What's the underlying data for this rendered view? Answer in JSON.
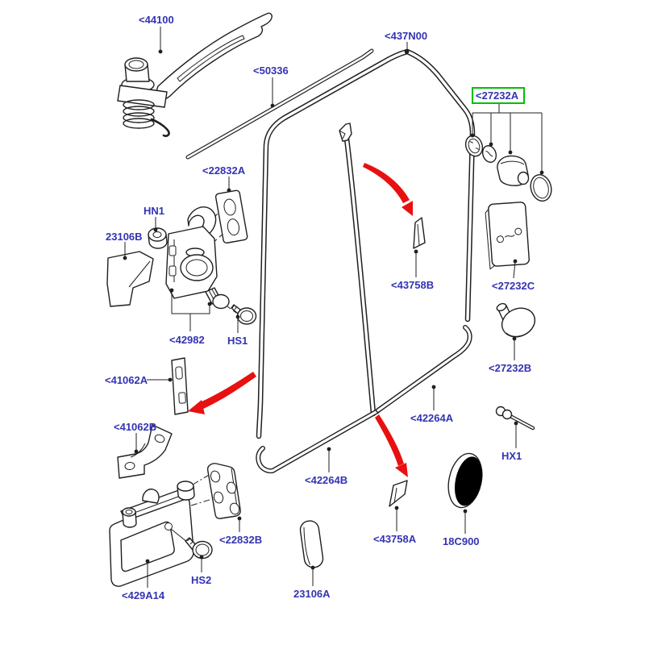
{
  "colors": {
    "background": "#ffffff",
    "line": "#1f1f1f",
    "label": "#3333b3",
    "arrow": "#e81010",
    "highlight": "#00c000"
  },
  "labels": [
    {
      "id": "44100",
      "text": "<44100",
      "highlighted": false
    },
    {
      "id": "50336",
      "text": "<50336",
      "highlighted": false
    },
    {
      "id": "437N00",
      "text": "<437N00",
      "highlighted": false
    },
    {
      "id": "27232A",
      "text": "<27232A",
      "highlighted": true
    },
    {
      "id": "22832A",
      "text": "<22832A",
      "highlighted": false
    },
    {
      "id": "HN1",
      "text": "HN1",
      "highlighted": false
    },
    {
      "id": "23106B",
      "text": "23106B",
      "highlighted": false
    },
    {
      "id": "42982",
      "text": "<42982",
      "highlighted": false
    },
    {
      "id": "HS1",
      "text": "HS1",
      "highlighted": false
    },
    {
      "id": "41062A",
      "text": "<41062A",
      "highlighted": false
    },
    {
      "id": "41062B",
      "text": "<41062B",
      "highlighted": false
    },
    {
      "id": "22832B",
      "text": "<22832B",
      "highlighted": false
    },
    {
      "id": "HS2",
      "text": "HS2",
      "highlighted": false
    },
    {
      "id": "429A14",
      "text": "<429A14",
      "highlighted": false
    },
    {
      "id": "23106A",
      "text": "23106A",
      "highlighted": false
    },
    {
      "id": "42264B",
      "text": "<42264B",
      "highlighted": false
    },
    {
      "id": "43758A",
      "text": "<43758A",
      "highlighted": false
    },
    {
      "id": "18C900",
      "text": "18C900",
      "highlighted": false
    },
    {
      "id": "HX1",
      "text": "HX1",
      "highlighted": false
    },
    {
      "id": "27232C",
      "text": "<27232C",
      "highlighted": false
    },
    {
      "id": "27232B",
      "text": "<27232B",
      "highlighted": false
    },
    {
      "id": "43758B",
      "text": "<43758B",
      "highlighted": false
    },
    {
      "id": "42264A",
      "text": "<42264A",
      "highlighted": false
    }
  ]
}
